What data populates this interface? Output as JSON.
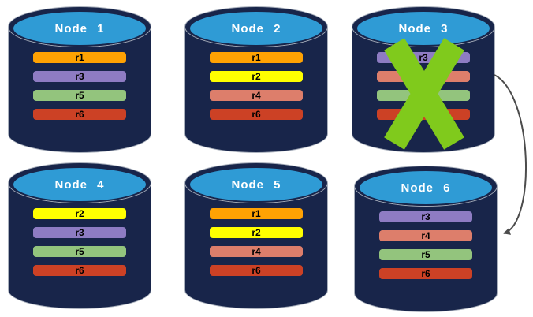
{
  "diagram": {
    "description": "Six database nodes holding replicas; Node 3 is failed (green X) and its replicas fail over to Node 6",
    "palette": {
      "cylinder_body": "#18254A",
      "cylinder_top": "#2F9BD5",
      "cylinder_outline": "#A9B0BC",
      "node_label_color": "#FFFFFF",
      "bar_label_color": "#000000",
      "failure_x": "#80CA1C",
      "arrow": "#4C4C4C"
    },
    "replica_colors": {
      "r1": "#FFA203",
      "r2": "#FFFF00",
      "r3": "#8E7CC3",
      "r4": "#DD7E6B",
      "r5": "#93C47D",
      "r6": "#CC4125"
    },
    "nodes": [
      {
        "label": "Node 1",
        "failed": false,
        "replicas": [
          {
            "label": "r1",
            "color": "#FFA203"
          },
          {
            "label": "r3",
            "color": "#8E7CC3"
          },
          {
            "label": "r5",
            "color": "#93C47D"
          },
          {
            "label": "r6",
            "color": "#CC4125"
          }
        ]
      },
      {
        "label": "Node 2",
        "failed": false,
        "replicas": [
          {
            "label": "r1",
            "color": "#FFA203"
          },
          {
            "label": "r2",
            "color": "#FFFF00"
          },
          {
            "label": "r4",
            "color": "#DD7E6B"
          },
          {
            "label": "r6",
            "color": "#CC4125"
          }
        ]
      },
      {
        "label": "Node 3",
        "failed": true,
        "replicas": [
          {
            "label": "r3",
            "color": "#8E7CC3"
          },
          {
            "label": "r4",
            "color": "#DD7E6B"
          },
          {
            "label": "r5",
            "color": "#93C47D"
          },
          {
            "label": "r6",
            "color": "#CC4125"
          }
        ]
      },
      {
        "label": "Node 4",
        "failed": false,
        "replicas": [
          {
            "label": "r2",
            "color": "#FFFF00"
          },
          {
            "label": "r3",
            "color": "#8E7CC3"
          },
          {
            "label": "r5",
            "color": "#93C47D"
          },
          {
            "label": "r6",
            "color": "#CC4125"
          }
        ]
      },
      {
        "label": "Node 5",
        "failed": false,
        "replicas": [
          {
            "label": "r1",
            "color": "#FFA203"
          },
          {
            "label": "r2",
            "color": "#FFFF00"
          },
          {
            "label": "r4",
            "color": "#DD7E6B"
          },
          {
            "label": "r6",
            "color": "#CC4125"
          }
        ]
      },
      {
        "label": "Node 6",
        "failed": false,
        "replicas": [
          {
            "label": "r3",
            "color": "#8E7CC3"
          },
          {
            "label": "r4",
            "color": "#DD7E6B"
          },
          {
            "label": "r5",
            "color": "#93C47D"
          },
          {
            "label": "r6",
            "color": "#CC4125"
          }
        ]
      }
    ],
    "arrow": {
      "from": "Node 3",
      "to": "Node 6"
    }
  }
}
